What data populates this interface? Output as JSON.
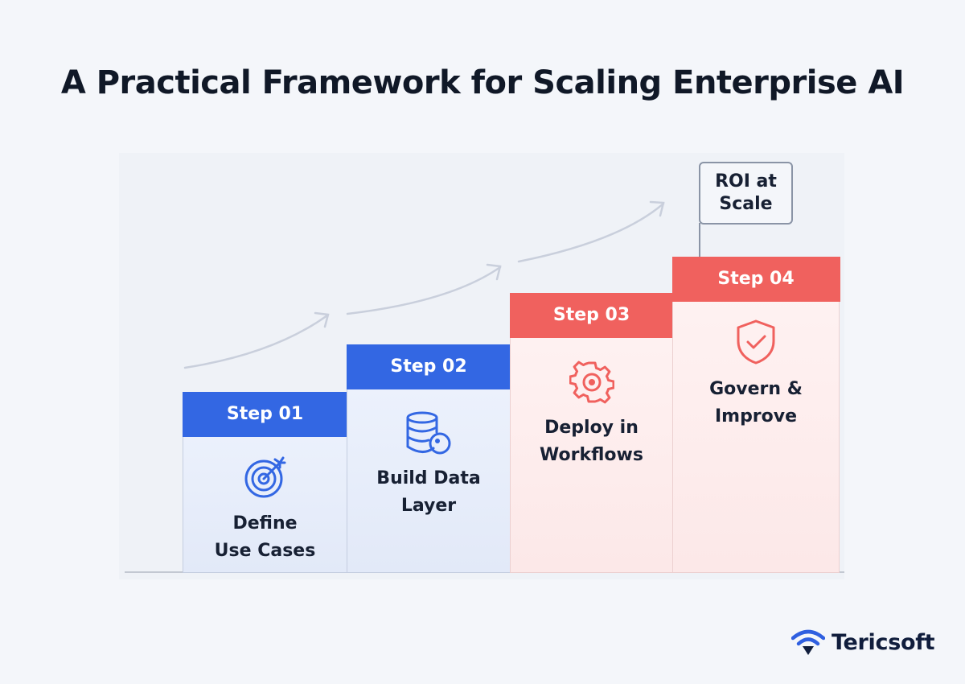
{
  "title": "A Practical Framework for Scaling Enterprise AI",
  "steps": [
    {
      "header": "Step 01",
      "label_line1": "Define",
      "label_line2": "Use Cases",
      "icon": "target-icon",
      "theme": "blue"
    },
    {
      "header": "Step 02",
      "label_line1": "Build Data",
      "label_line2": "Layer",
      "icon": "database-icon",
      "theme": "blue"
    },
    {
      "header": "Step 03",
      "label_line1": "Deploy in",
      "label_line2": "Workflows",
      "icon": "gear-icon",
      "theme": "red"
    },
    {
      "header": "Step 04",
      "label_line1": "Govern &",
      "label_line2": "Improve",
      "icon": "shield-check-icon",
      "theme": "red"
    }
  ],
  "callout": {
    "line1": "ROI at",
    "line2": "Scale"
  },
  "brand": {
    "name": "Tericsoft",
    "icon": "wifi-arrow-icon"
  },
  "colors": {
    "blue": "#3367e3",
    "red": "#f0615e",
    "text": "#101827"
  }
}
